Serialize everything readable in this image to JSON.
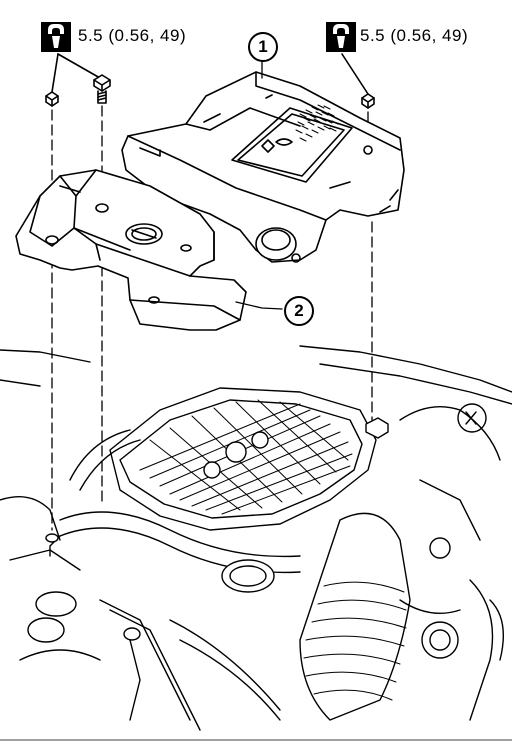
{
  "torque_spec": {
    "left": "5.5 (0.56, 49)",
    "right": "5.5 (0.56, 49)"
  },
  "callouts": {
    "item_1": "1",
    "item_2": "2"
  },
  "icons": {
    "torque": "torque-wrench-icon"
  },
  "colors": {
    "line": "#000000",
    "background": "#ffffff"
  }
}
